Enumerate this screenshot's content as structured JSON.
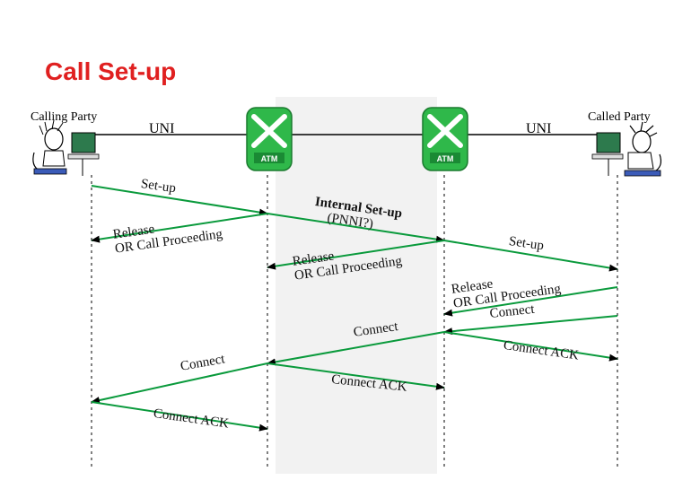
{
  "title": "Call Set-up",
  "parties": {
    "calling": "Calling Party",
    "called": "Called Party"
  },
  "interfaces": {
    "uni_left": "UNI",
    "uni_right": "UNI"
  },
  "switch_label": "ATM",
  "colors": {
    "arrow": "#0a9a3c",
    "title": "#e02020",
    "shade": "#f2f2f2",
    "switch_fill": "#2fb84a"
  },
  "messages": {
    "setup_1": "Set-up",
    "internal_setup_1": "Internal Set-up",
    "internal_setup_2": "(PNNI?)",
    "setup_2": "Set-up",
    "release_left_1": "Release",
    "release_left_2": "OR Call Proceeding",
    "release_mid_1": "Release",
    "release_mid_2": "OR Call Proceeding",
    "release_right_1": "Release",
    "release_right_2": "OR Call Proceeding",
    "connect_right": "Connect",
    "connect_mid": "Connect",
    "connect_left": "Connect",
    "connect_ack_right": "Connect ACK",
    "connect_ack_mid": "Connect ACK",
    "connect_ack_left": "Connect ACK"
  }
}
